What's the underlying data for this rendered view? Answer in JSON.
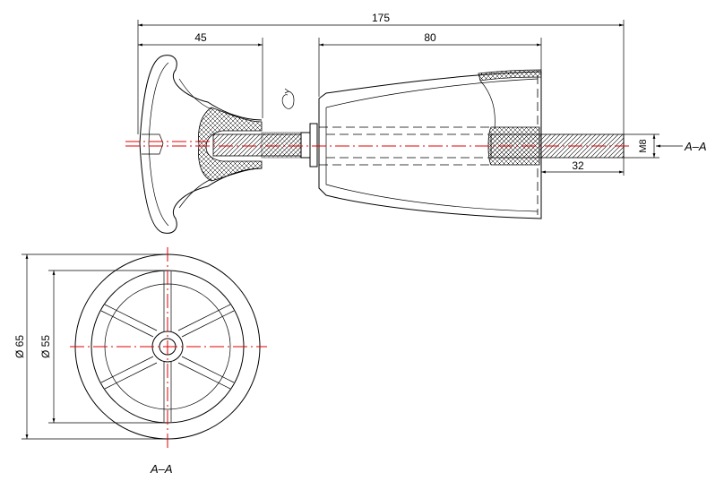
{
  "dimensions": {
    "total_length": "175",
    "handle_length": "45",
    "body_length": "80",
    "shaft_length": "32",
    "thread": "M8",
    "outer_diameter": "Ø 65",
    "inner_diameter": "Ø 55"
  },
  "section": {
    "marker": "A–A",
    "view_label": "A–A"
  },
  "colors": {
    "outline": "#000000",
    "centerline": "#e00000"
  }
}
